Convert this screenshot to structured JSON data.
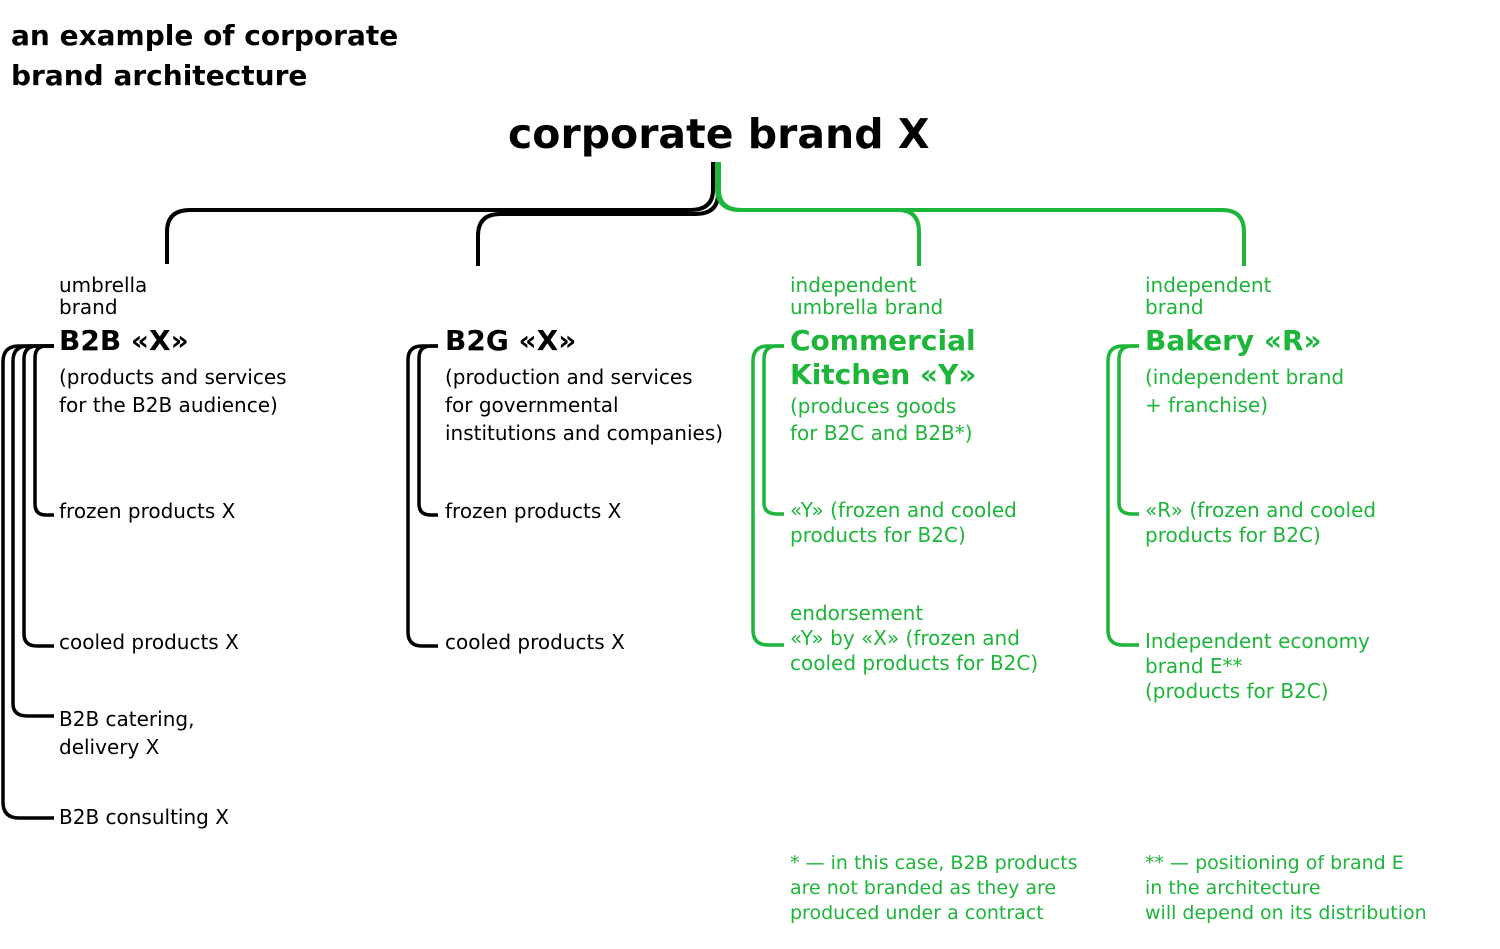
{
  "page_title_line1": "an example of corporate",
  "page_title_line2": "brand architecture",
  "corporate_brand": "corporate brand X",
  "colors": {
    "black": "#000000",
    "green": "#1db53a"
  },
  "columns": [
    {
      "type_label_line1": "umbrella",
      "type_label_line2": "brand",
      "brand": "B2B «X»",
      "desc_lines": [
        "(products and services",
        "for the B2B audience)"
      ],
      "items": [
        "frozen products X",
        "cooled products X",
        "B2B catering,",
        "delivery X",
        "B2B consulting X"
      ]
    },
    {
      "brand": "B2G «X»",
      "desc_lines": [
        "(production and services",
        "for governmental",
        "institutions and companies)"
      ],
      "items": [
        "frozen products X",
        "cooled products X"
      ]
    },
    {
      "type_label_line1": "independent",
      "type_label_line2": "umbrella brand",
      "brand_line1": "Commercial",
      "brand_line2": "Kitchen «Y»",
      "desc_lines": [
        "(produces goods",
        "for B2C and B2B*)"
      ],
      "items": [
        "«Y» (frozen and cooled",
        "products for B2C)",
        "endorsement",
        "«Y» by «X» (frozen and",
        "cooled products for B2C)"
      ]
    },
    {
      "type_label_line1": "independent",
      "type_label_line2": "brand",
      "brand": "Bakery «R»",
      "desc_lines": [
        "(independent brand",
        "+ franchise)"
      ],
      "items": [
        "«R» (frozen and cooled",
        "products for B2C)",
        "Independent economy",
        "brand E**",
        "(products for B2C)"
      ]
    }
  ],
  "footnotes": [
    [
      "* — in this case, B2B products",
      "are not branded as they are",
      "produced under a contract"
    ],
    [
      "** — positioning of brand E",
      "in the architecture",
      "will depend on its distribution"
    ]
  ]
}
